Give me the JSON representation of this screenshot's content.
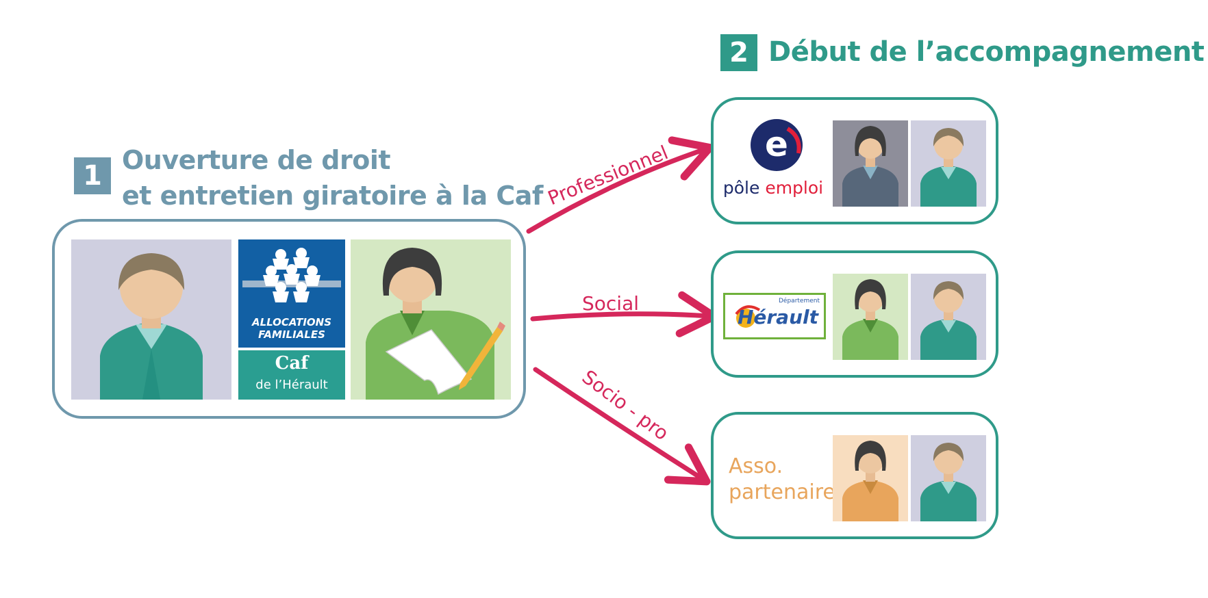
{
  "step1": {
    "number": "1",
    "title_line1": "Ouverture de droit",
    "title_line2": "et entretien giratoire à la Caf"
  },
  "step2": {
    "number": "2",
    "title": "Début de l’accompagnement"
  },
  "caf_logo": {
    "line1": "ALLOCATIONS",
    "line2": "FAMILIALES",
    "brand": "Caf",
    "region": "de l’Hérault"
  },
  "arrows": {
    "professional": "Professionnel",
    "social": "Social",
    "socio_pro": "Socio - pro"
  },
  "partners": {
    "pole_emploi": {
      "word1": "pôle",
      "word2": "emploi",
      "letter": "e"
    },
    "herault": {
      "small": "Département",
      "name": "Hérault"
    },
    "asso": {
      "line1": "Asso.",
      "line2": "partenaire"
    }
  },
  "colors": {
    "caf_blue_gray": "#6f98ac",
    "teal": "#2f9a89",
    "arrow": "#d5275b",
    "asso_orange": "#e8a55c"
  }
}
